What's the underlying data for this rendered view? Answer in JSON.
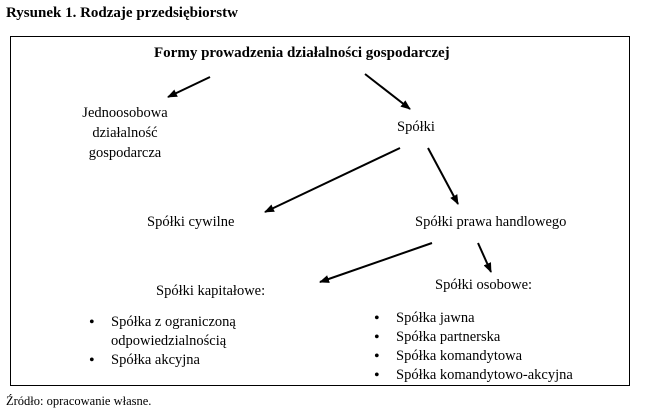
{
  "figure_title": "Rysunek 1. Rodzaje przedsiębiorstw",
  "root": "Formy prowadzenia działalności  gospodarczej",
  "sole_proprietorship": [
    "Jednoosobowa",
    "działalność",
    "gospodarcza"
  ],
  "companies": "Spółki",
  "civil_companies": "Spółki cywilne",
  "commercial_companies": "Spółki prawa handlowego",
  "capital_companies": {
    "label": "Spółki kapitałowe:",
    "items": [
      "Spółka z ograniczoną odpowiedzialnością",
      "Spółka akcyjna"
    ]
  },
  "partnership_companies": {
    "label": "Spółki osobowe:",
    "items": [
      "Spółka jawna",
      "Spółka partnerska",
      "Spółka komandytowa",
      "Spółka komandytowo-akcyjna"
    ]
  },
  "source": "Źródło: opracowanie własne."
}
